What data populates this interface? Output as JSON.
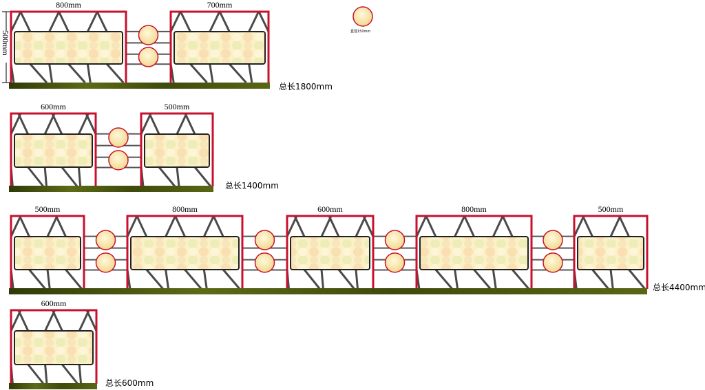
{
  "height_label": "500mm",
  "legend": {
    "caption": "直径150mm",
    "color": "#f7ecb5"
  },
  "colors": {
    "frame": "#c8102e",
    "strut": "#4a4a4a",
    "panel": "#f7ecc0",
    "ground": "#4f5a10",
    "circle": "#f5e6a8"
  },
  "rows": [
    {
      "total": "总长1800mm",
      "units": [
        {
          "width": "800mm"
        },
        {
          "width": "700mm"
        }
      ]
    },
    {
      "total": "总长1400mm",
      "units": [
        {
          "width": "600mm"
        },
        {
          "width": "500mm"
        }
      ]
    },
    {
      "total": "总长4400mm",
      "units": [
        {
          "width": "500mm"
        },
        {
          "width": "800mm"
        },
        {
          "width": "600mm"
        },
        {
          "width": "800mm"
        },
        {
          "width": "500mm"
        }
      ]
    },
    {
      "total": "总长600mm",
      "units": [
        {
          "width": "600mm"
        }
      ]
    }
  ]
}
